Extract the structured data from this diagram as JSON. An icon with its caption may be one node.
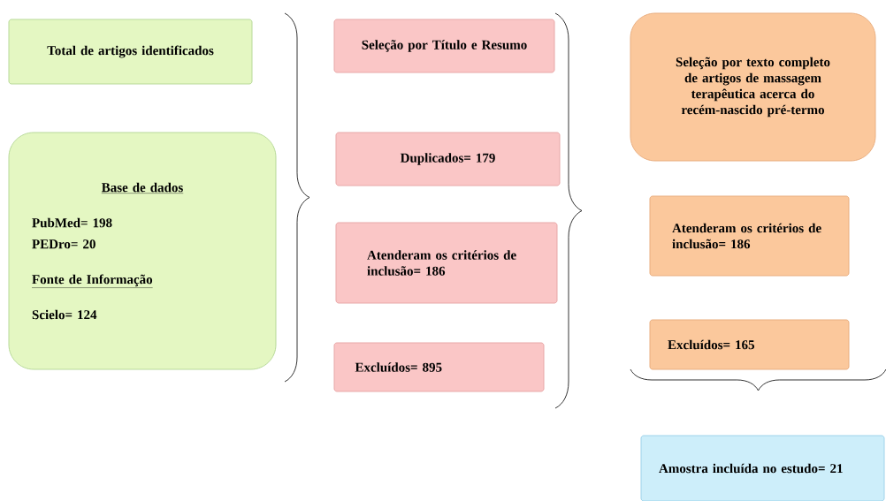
{
  "diagram": {
    "nodes": [
      {
        "text": [
          "Total de artigos identificados"
        ]
      },
      {
        "text": [
          "Base de dados",
          "PubMed= 198",
          "PEDro= 20",
          "Fonte de Informação",
          "Scielo= 124"
        ]
      },
      {
        "text": [
          "Seleção por Título e Resumo"
        ]
      },
      {
        "text": [
          "Duplicados= 179"
        ]
      },
      {
        "text": [
          "Atenderam os critérios de inclusão= 186"
        ]
      },
      {
        "text": [
          "Excluídos= 895"
        ]
      },
      {
        "text": [
          "Seleção por texto completo de artigos de massagem terapêutica acerca do recém-nascido pré-termo"
        ]
      },
      {
        "text": [
          "Atenderam os critérios de inclusão= 186"
        ]
      },
      {
        "text": [
          "Excluídos= 165"
        ]
      },
      {
        "text": [
          "Amostra incluída no estudo= 21"
        ]
      }
    ]
  }
}
